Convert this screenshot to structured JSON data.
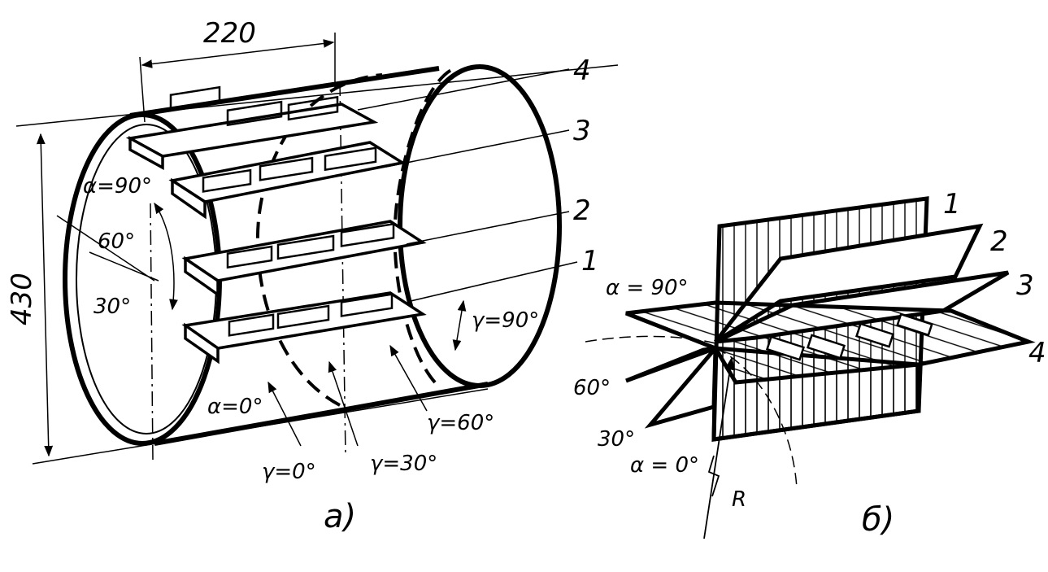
{
  "fig_a": {
    "dim_width": "220",
    "dim_diameter": "430",
    "board_labels": [
      "4",
      "3",
      "2",
      "1"
    ],
    "alpha_90": "α=90°",
    "angle_60": "60°",
    "angle_30": "30°",
    "alpha_0": "α=0°",
    "gamma_0": "γ=0°",
    "gamma_30": "γ=30°",
    "gamma_60": "γ=60°",
    "gamma_90": "γ=90°",
    "caption": "a)"
  },
  "fig_b": {
    "plane_labels": [
      "1",
      "2",
      "3",
      "4"
    ],
    "alpha_90": "α = 90°",
    "angle_60": "60°",
    "angle_30": "30°",
    "alpha_0": "α = 0°",
    "radius": "R",
    "caption": "б)"
  }
}
